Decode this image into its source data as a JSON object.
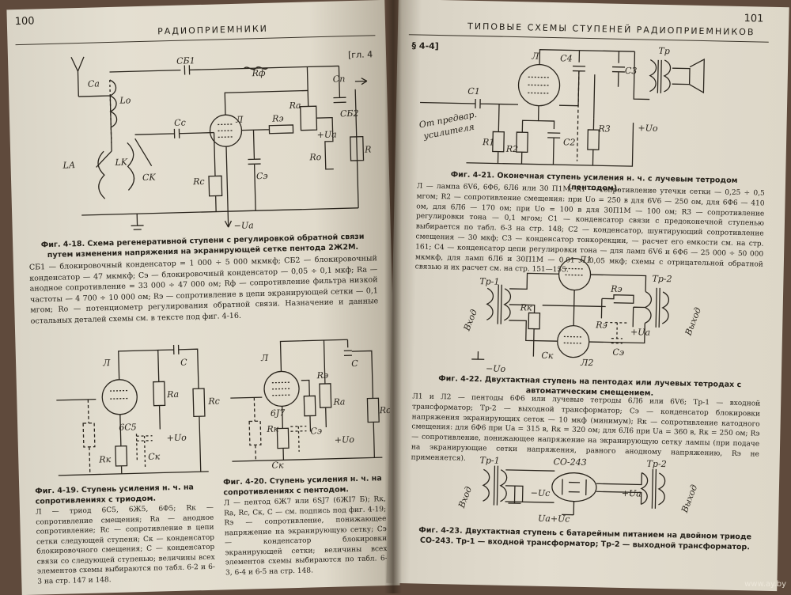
{
  "left_page": {
    "page_number": "100",
    "running_head": "РАДИОПРИЕМНИКИ",
    "chapter_ref": "[гл. 4",
    "fig_4_18": {
      "labels": [
        "Cа",
        "Lо",
        "СБ1",
        "Rф",
        "Cс",
        "Л",
        "Rэ",
        "Rа",
        "Cп",
        "СБ2",
        "+Uа",
        "Rо",
        "R",
        "LА",
        "LK",
        "CK",
        "Rс",
        "Cэ",
        "−Uа"
      ],
      "caption": "Фиг. 4-18. Схема регенеративной ступени с регулировкой обратной связи путем изменения напряжения на экранирующей сетке пентода 2Ж2М.",
      "body": [
        "СБ1 — блокировочный конденсатор = 1 000 ÷ 5 000 мкмкф; СБ2 — блокировочный конденсатор — 47 мкмкф; Сэ — блокировочный конденсатор — 0,05 ÷ 0,1 мкф; Rа — анодное сопротивление = 33 000 ÷ 47 000 ом; Rф — сопротивление фильтра низкой частоты — 4 700 ÷ 10 000 ом; Rэ — сопротивление в цепи экранирующей сетки — 0,1 мгом; Rо — потенциометр регулирования обратной связи. Назначение и данные остальных деталей схемы см. в тексте под фиг. 4-16."
      ]
    },
    "fig_4_19": {
      "labels": [
        "Л",
        "C",
        "6С5",
        "Rа",
        "Rс",
        "+Uо",
        "Rк",
        "Cк"
      ],
      "caption": "Фиг. 4-19. Ступень усиления н. ч. на сопротивлениях с триодом.",
      "body": [
        "Л — триод 6С5, 6Ж5, 6Ф5; Rк — сопротивление смещения; Rа — анодное сопротивление; Rс — сопротивление в цепи сетки следующей ступени; Ск — конденсатор блокировочного смещения; С — конденсатор связи со следующей ступенью; величины всех элементов схемы выбираются по табл. 6-2 и 6-3 на стр. 147 и 148."
      ]
    },
    "fig_4_20": {
      "labels": [
        "Л",
        "C",
        "6J7",
        "Rэ",
        "Rа",
        "Rс",
        "Rк",
        "Cэ",
        "Cк",
        "+Uо"
      ],
      "caption": "Фиг. 4-20. Ступень усиления н. ч. на сопротивлениях с пентодом.",
      "body": [
        "Л — пентод 6Ж7 или 6SJ7 (6ЖI7 Б); Rк, Rа, Rс, Ск, С — см. подпись под фиг. 4-19; Rэ — сопротивление, понижающее напряжение на экранирующую сетку; Сэ — конденсатор блокировки экранирующей сетки; величины всех элементов схемы выбираются по табл. 6-3, 6-4 и 6-5 на стр. 148."
      ]
    }
  },
  "right_page": {
    "page_number": "101",
    "running_head": "ТИПОВЫЕ СХЕМЫ СТУПЕНЕЙ РАДИОПРИЕМНИКОВ",
    "section": "§ 4-4]",
    "fig_4_21": {
      "labels": [
        "Л",
        "C4",
        "C3",
        "Тр",
        "C1",
        "От предвар. усилителя",
        "R1",
        "R2",
        "C2",
        "R3",
        "+Uо"
      ],
      "caption": "Фиг. 4-21. Оконечная ступень усиления н. ч. с лучевым тетродом (пентодом).",
      "body": [
        "Л — лампа 6V6, 6Ф6, 6Л6 или 30 П1М; R1 — сопротивление утечки сетки — 0,25 ÷ 0,5 мгом; R2 — сопротивление смещения: при Uо = 250 в для 6V6 — 250 ом, для 6Ф6 — 410 ом, для 6Л6 — 170 ом; при Uо = 100 в для 30П1М — 100 ом; R3 — сопротивление регулировки тона — 0,1 мгом; С1 — конденсатор связи с предоконечной ступенью выбирается по табл. 6-3 на стр. 148; С2 — конденсатор, шунтирующий сопротивление смещения — 30 мкф; С3 — конденсатор тонкорекции, — расчет его емкости см. на стр. 161; С4 — конденсатор цепи регулировки тона — для ламп 6V6 и 6Ф6 — 25 000 ÷ 50 000 мкмкф, для ламп 6Л6 и 30П1М — 0,01 ÷ 0,05 мкф; схемы с отрицательной обратной связью и их расчет см. на стр. 151—155."
      ]
    },
    "fig_4_22": {
      "labels": [
        "Л1",
        "Тр-1",
        "Тр-2",
        "Вход",
        "Выход",
        "Rк",
        "Rэ",
        "Rэ",
        "+Uа",
        "Cэ",
        "Cк",
        "−Uо",
        "Л2"
      ],
      "caption": "Фиг. 4-22. Двухтактная ступень на пентодах или лучевых тетродах с автоматическим смещением.",
      "body": [
        "Л1 и Л2 — пентоды 6Ф6 или лучевые тетроды 6Л6 или 6V6; Тр-1 — входной трансформатор; Тр-2 — выходной трансформатор; Сэ — конденсатор блокировки напряжения экранирующих сеток — 10 мкф (минимум); Rк — сопротивление катодного смещения: для 6Ф6 при Uа = 315 в, Rк = 320 ом; для 6Л6 при Uа = 360 в, Rк = 250 ом; Rэ — сопротивление, понижающее напряжение на экранирующую сетку лампы (при подаче на экранирующие сетки напряжения, равного анодному напряжению, Rэ не применяется)."
      ]
    },
    "fig_4_23": {
      "labels": [
        "Тр-1",
        "СО-243",
        "Тр-2",
        "Вход",
        "−Uс",
        "Uа+Uс",
        "+Uа",
        "Выход"
      ],
      "caption": "Фиг. 4-23. Двухтактная ступень с батарейным питанием на двойном триоде СО-243. Тр-1 — входной трансформатор; Тр-2 — выходной трансформатор."
    }
  },
  "watermark": "www.ay.by"
}
